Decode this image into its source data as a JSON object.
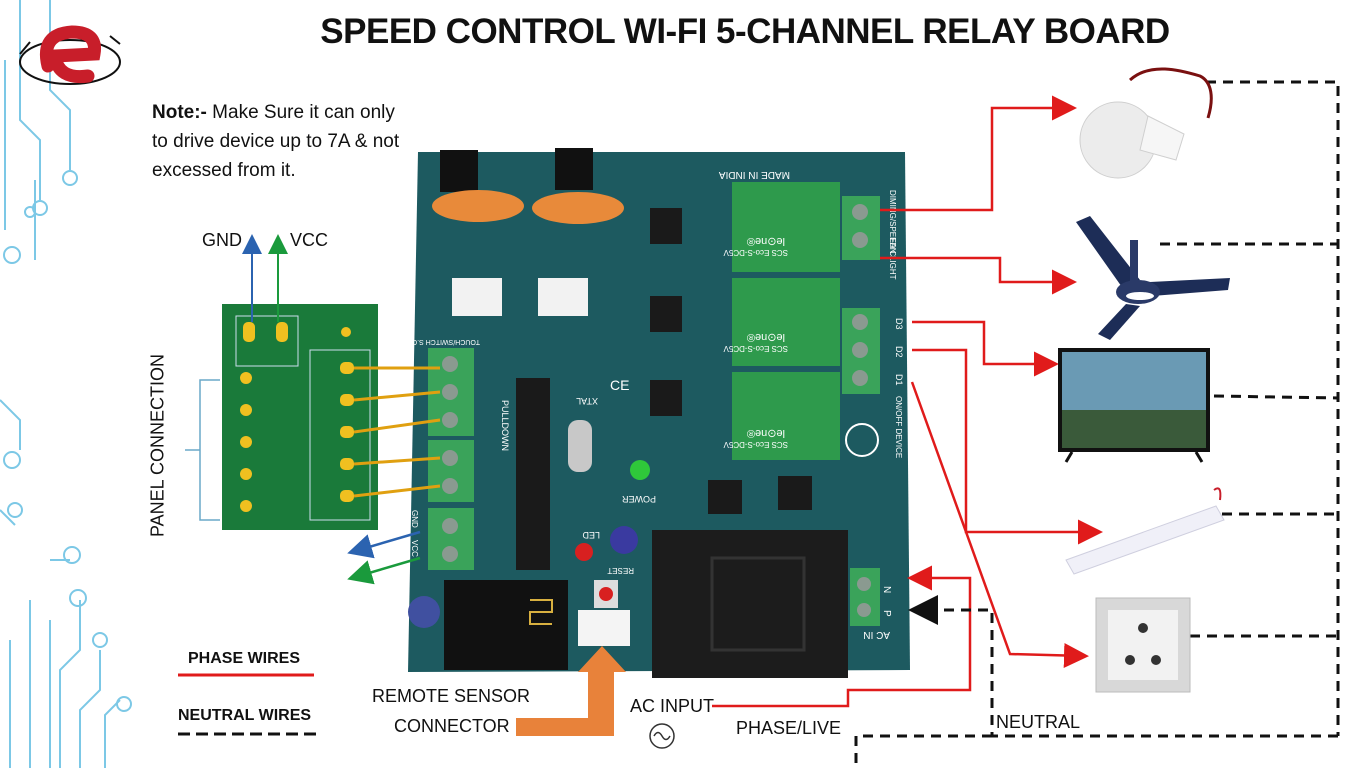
{
  "title": "SPEED CONTROL WI-FI 5-CHANNEL RELAY BOARD",
  "note": {
    "bold": "Note:-",
    "text": " Make Sure it can only to drive device up to 7A & not excessed from it."
  },
  "labels": {
    "gnd": "GND",
    "vcc": "VCC",
    "panel_connection": "PANEL CONNECTION",
    "phase_wires": "PHASE WIRES",
    "neutral_wires": "NEUTRAL WIRES",
    "remote_sensor_line1": "REMOTE SENSOR",
    "remote_sensor_line2": "CONNECTOR",
    "ac_input": "AC INPUT",
    "phase_live": "PHASE/LIVE",
    "neutral": "NEUTRAL"
  },
  "board": {
    "made_in": "MADE IN INDIA",
    "relay_brand": "le⊙ne®",
    "relay_model": "SCS Eco-S-DC5V",
    "top_label": "DIMING/SPEED C",
    "light": "LIGHT",
    "fan": "FAN",
    "d1": "D1",
    "d2": "D2",
    "d3": "D3",
    "onoff": "ON/OFF DEVICE",
    "touch": "TOUCH/SWITCH S.OT",
    "pulldown": "PULLDOWN",
    "xtal": "XTAL",
    "power": "POWER",
    "led": "LED",
    "reset": "RESET",
    "ac_in": "AC IN",
    "n": "N",
    "p": "P",
    "gnd": "GND",
    "vcc": "VCC",
    "ce": "CE"
  },
  "colors": {
    "phase": "#e01b1b",
    "neutral": "#111111",
    "pcb": "#1d5a60",
    "relay": "#2e9a4c",
    "terminal": "#3aa35a",
    "arrow_blue": "#2b63b0",
    "arrow_green": "#1a9a3c",
    "remote_arrow": "#e8823a",
    "circuit_deco": "#7cc8e6"
  },
  "devices": [
    "bulb-icon",
    "ceiling-fan-icon",
    "tv-icon",
    "tube-light-icon",
    "socket-icon"
  ]
}
